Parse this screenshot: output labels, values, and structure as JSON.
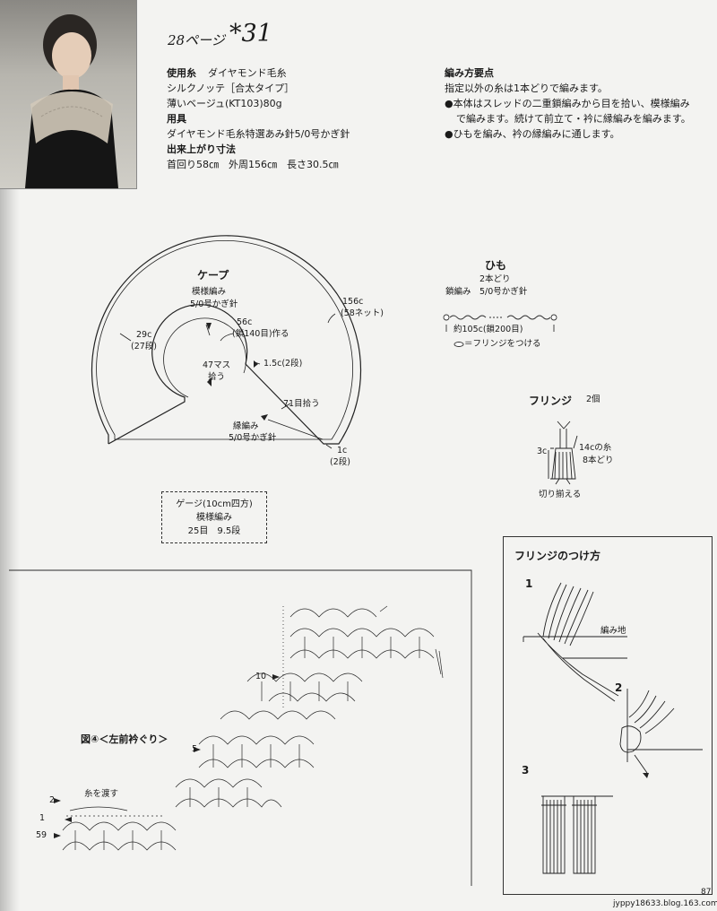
{
  "header": {
    "page_ref": "28ページ",
    "pattern_number": "*31"
  },
  "materials": {
    "yarn_heading": "使用糸",
    "yarn_brand": "ダイヤモンド毛糸",
    "yarn_name": "シルクノッテ［合太タイプ］",
    "yarn_color": "薄いベージュ(KT103)80g",
    "tools_heading": "用具",
    "tools_text": "ダイヤモンド毛糸特選あみ針5/0号かぎ針",
    "size_heading": "出来上がり寸法",
    "size_text": "首回り58㎝　外周156㎝　長さ30.5㎝"
  },
  "instructions": {
    "heading": "編み方要点",
    "line1": "指定以外の糸は1本どりで編みます。",
    "line2": "●本体はスレッドの二重鎖編みから目を拾い、模様編み",
    "line3": "で編みます。続けて前立て・衿に縁編みを編みます。",
    "line4": "●ひもを編み、衿の縁編みに通します。"
  },
  "cape": {
    "title": "ケープ",
    "pattern": "模様編み",
    "hook": "5/0号かぎ針",
    "outer_len": "156c",
    "outer_nets": "(58ネット)",
    "side_len": "29c",
    "side_rows": "(27段)",
    "neck_len": "56c",
    "neck_chain": "(鎖140目)作る",
    "pickup": "47マス",
    "pickup2": "拾う",
    "band_w": "1.5c(2段)",
    "pick71": "71目拾う",
    "edge": "縁編み",
    "edge_hook": "5/0号かぎ針",
    "edge_w": "1c",
    "edge_rows": "(2段)"
  },
  "gauge": {
    "line1": "ゲージ(10cm四方)",
    "line2": "模様編み",
    "line3": "25目　9.5段"
  },
  "himo": {
    "title": "ひも",
    "strands": "2本どり",
    "stitch": "鎖編み　5/0号かぎ針",
    "length": "約105c(鎖200目)",
    "legend": "＝フリンジをつける"
  },
  "fringe": {
    "title": "フリンジ",
    "count": "2個",
    "len": "3c",
    "yarn": "14cの糸",
    "strands": "8本どり",
    "cut": "切り揃える"
  },
  "fringe_attach": {
    "title": "フリンジのつけ方",
    "step1": "1",
    "step2": "2",
    "step3": "3",
    "fabric_label": "編み地"
  },
  "chart": {
    "title": "図④＜左前衿ぐり＞",
    "row10": "10",
    "row5": "5",
    "row2": "2",
    "row1": "1",
    "row59": "59",
    "pass_yarn": "糸を渡す"
  },
  "footer": {
    "page_number": "87",
    "source": "jyppy18633.blog.163.com"
  }
}
